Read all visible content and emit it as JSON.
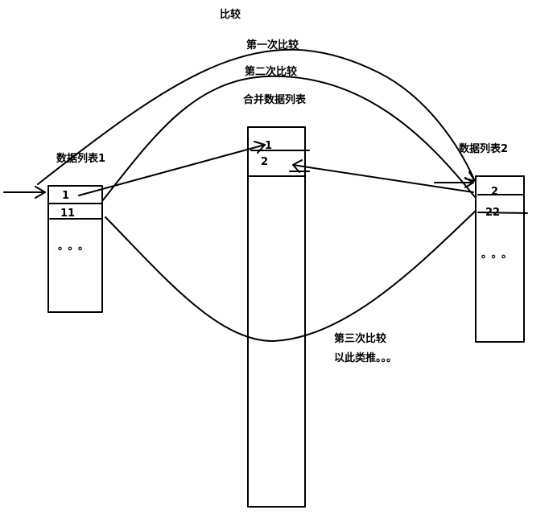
{
  "title": "比较",
  "compare_labels": {
    "first": "第一次比较",
    "second": "第二次比较",
    "third": "第三次比较"
  },
  "and_so_on": "以此类推。。。",
  "merged_list": {
    "label": "合并数据列表",
    "cells": [
      "1",
      "2"
    ]
  },
  "list1": {
    "label": "数据列表1",
    "cells": [
      "1",
      "11"
    ],
    "ellipsis": "。。。"
  },
  "list2": {
    "label": "数据列表2",
    "cells": [
      "2",
      "22"
    ],
    "ellipsis": "。。。"
  },
  "colors": {
    "stroke": "#000000",
    "background": "#ffffff"
  }
}
